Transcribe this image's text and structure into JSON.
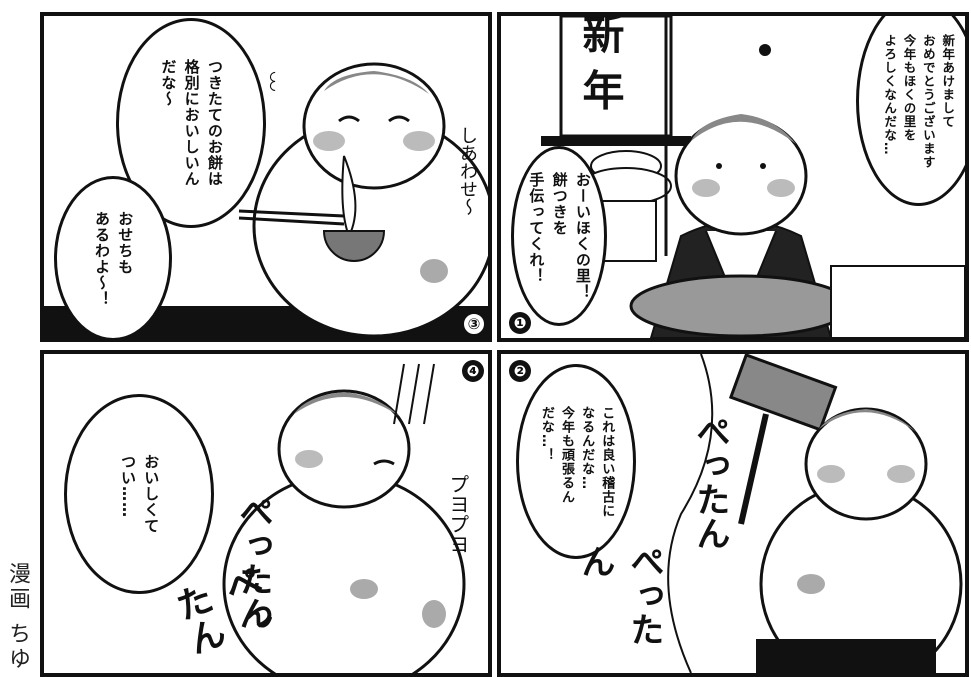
{
  "panels": {
    "p1": {
      "number": "❶",
      "speech_top": "新年あけまして\nおめでとうございます\n今年もほくの里を\nよろしくなんだな…",
      "speech_mid": "おーいほくの里！\n餅つきを\n手伝ってくれ！",
      "sign": "新\n年"
    },
    "p2": {
      "number": "❷",
      "speech": "これは良い稽古に\nなるんだな…\n今年も頑張るん\nだな…！",
      "sfx_1": "ぺったん",
      "sfx_2": "ぺったん"
    },
    "p3": {
      "number": "③",
      "speech_1": "つきたてのお餅は\n格別においしいん\nだな〜",
      "speech_2": "おせちも\nあるわよ〜！",
      "sfx": "しあわせ〜"
    },
    "p4": {
      "number": "❹",
      "speech": "おいしくて\nつい……",
      "sfx_1": "ぺったん",
      "sfx_2": "ぺったん",
      "sfx_3": "プヨプヨ"
    }
  },
  "credit": "漫画 ちゆ"
}
